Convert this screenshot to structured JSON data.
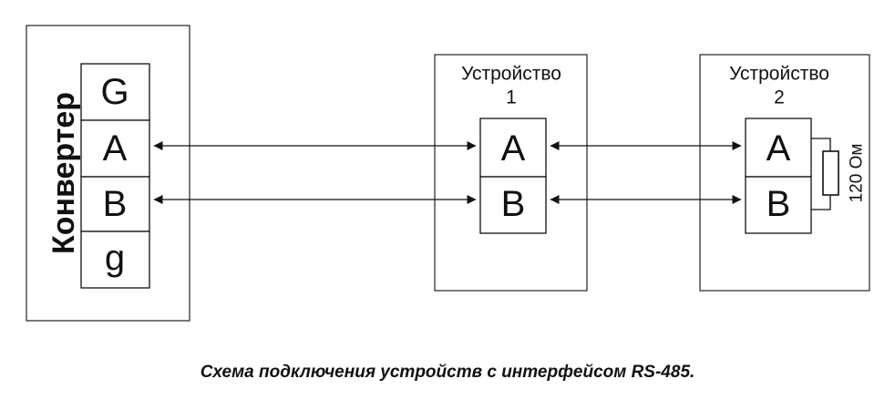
{
  "converter": {
    "label": "Конвертер",
    "pins": [
      "G",
      "A",
      "B",
      "g"
    ]
  },
  "device1": {
    "label_line1": "Устройство",
    "label_line2": "1",
    "pins": [
      "A",
      "B"
    ]
  },
  "device2": {
    "label_line1": "Устройство",
    "label_line2": "2",
    "pins": [
      "A",
      "B"
    ]
  },
  "resistor": {
    "label": "120 Ом"
  },
  "caption": "Схема подключения устройств с интерфейсом RS-485."
}
